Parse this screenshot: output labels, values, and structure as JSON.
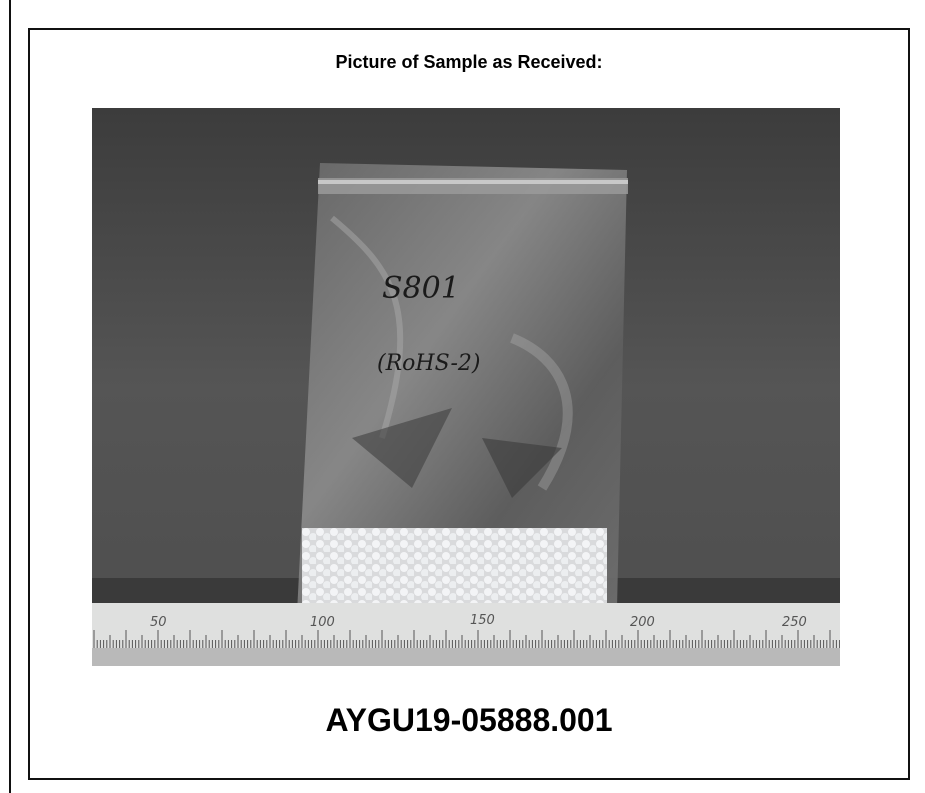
{
  "report": {
    "heading": "Picture of Sample as Received:",
    "sample_id": "AYGU19-05888.001"
  },
  "photo": {
    "bag_note_line1": "S801",
    "bag_note_line2": "(RoHS-2)",
    "ruler_labels": [
      "50",
      "100",
      "150",
      "200",
      "250"
    ]
  }
}
